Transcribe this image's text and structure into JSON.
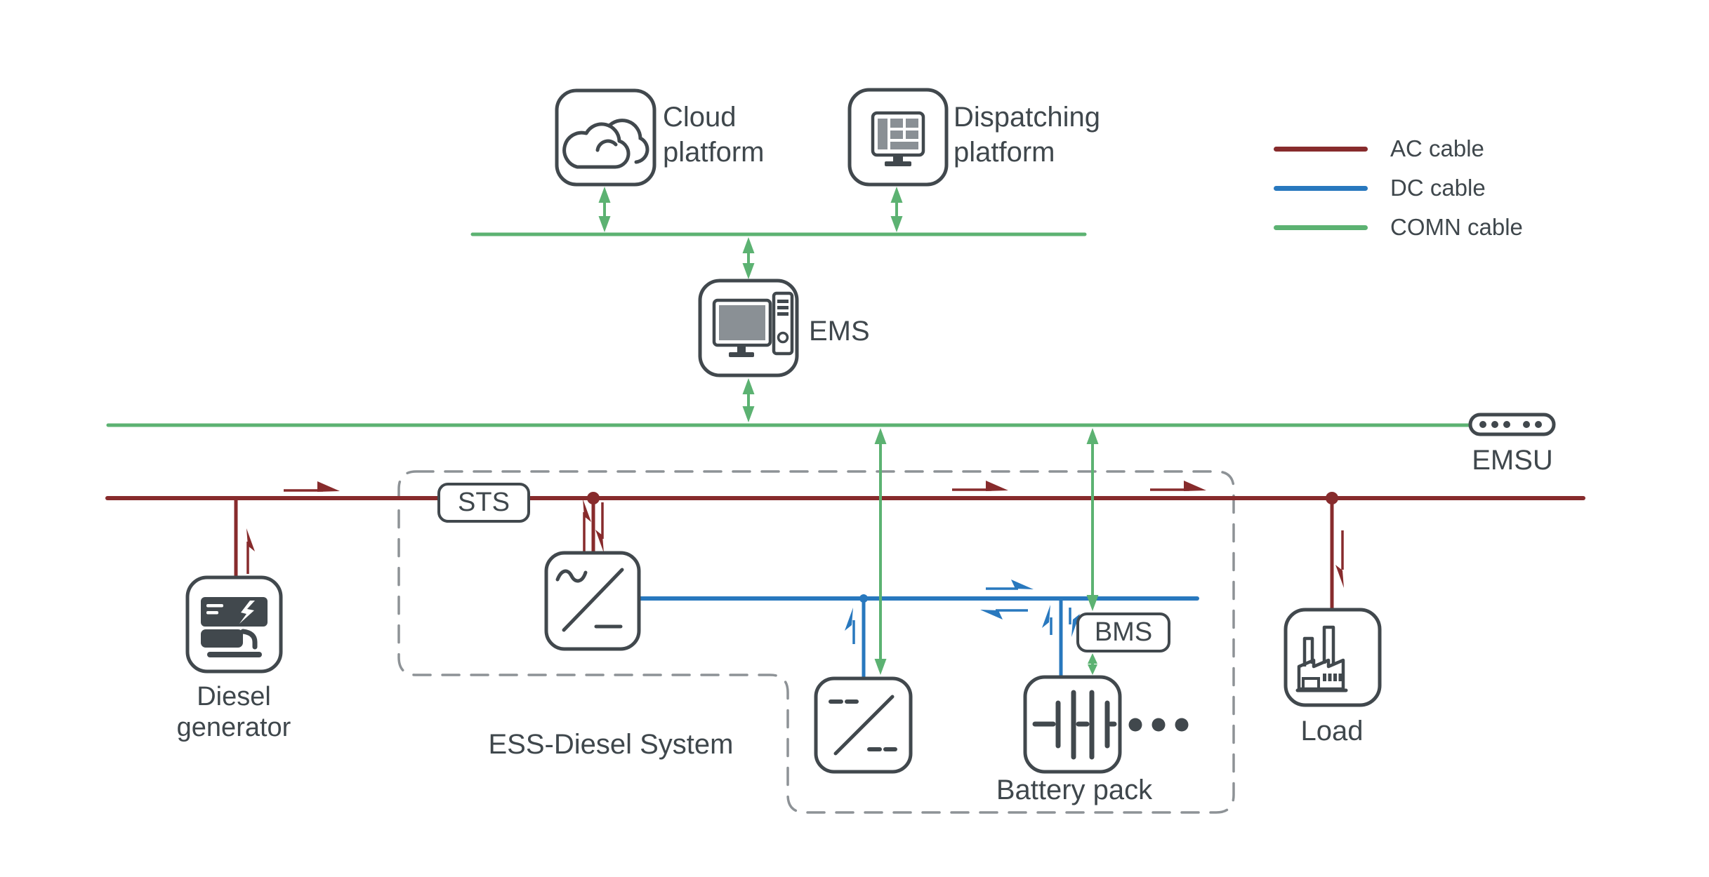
{
  "colors": {
    "ac_cable": "#872B2C",
    "dc_cable": "#2878BE",
    "comn_cable": "#5CB272",
    "icon_stroke": "#41484D",
    "text": "#3F474C",
    "dashed_boundary": "#8D9296",
    "screen_gray": "#8A9095"
  },
  "legend": {
    "items": [
      {
        "label": "AC cable",
        "color": "#872B2C"
      },
      {
        "label": "DC cable",
        "color": "#2878BE"
      },
      {
        "label": "COMN cable",
        "color": "#5CB272"
      }
    ]
  },
  "nodes": {
    "cloud_platform": {
      "line1": "Cloud",
      "line2": "platform"
    },
    "dispatching_platform": {
      "line1": "Dispatching",
      "line2": "platform"
    },
    "ems": {
      "label": "EMS"
    },
    "emsu": {
      "label": "EMSU"
    },
    "sts": {
      "label": "STS"
    },
    "bms": {
      "label": "BMS"
    },
    "diesel_generator": {
      "line1": "Diesel",
      "line2": "generator"
    },
    "battery_pack": {
      "label": "Battery pack"
    },
    "load": {
      "label": "Load"
    },
    "ess_diesel_system": {
      "label": "ESS-Diesel System"
    }
  }
}
